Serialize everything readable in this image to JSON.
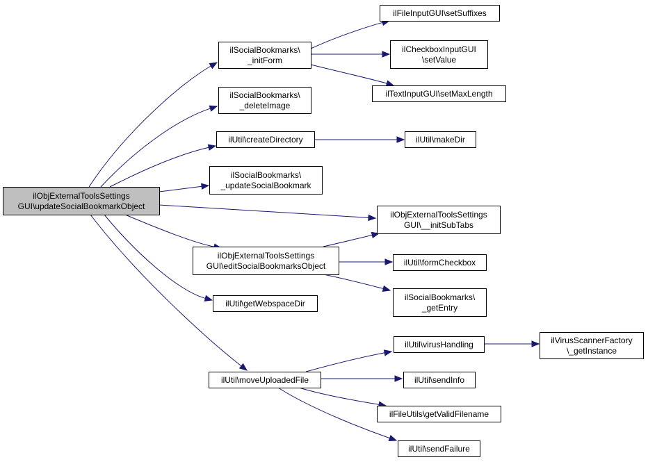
{
  "diagram": {
    "nodes": [
      {
        "id": "root",
        "lines": [
          "ilObjExternalToolsSettings",
          "GUI\\updateSocialBookmarkObject"
        ],
        "root": true
      },
      {
        "id": "initForm",
        "lines": [
          "ilSocialBookmarks\\",
          "_initForm"
        ]
      },
      {
        "id": "deleteImage",
        "lines": [
          "ilSocialBookmarks\\",
          "_deleteImage"
        ]
      },
      {
        "id": "createDirectory",
        "lines": [
          "ilUtil\\createDirectory"
        ]
      },
      {
        "id": "updateSocialBookmark",
        "lines": [
          "ilSocialBookmarks\\",
          "_updateSocialBookmark"
        ]
      },
      {
        "id": "editSocialBookmarks",
        "lines": [
          "ilObjExternalToolsSettings",
          "GUI\\editSocialBookmarksObject"
        ]
      },
      {
        "id": "getWebspaceDir",
        "lines": [
          "ilUtil\\getWebspaceDir"
        ]
      },
      {
        "id": "moveUploadedFile",
        "lines": [
          "ilUtil\\moveUploadedFile"
        ]
      },
      {
        "id": "setSuffixes",
        "lines": [
          "ilFileInputGUI\\setSuffixes"
        ]
      },
      {
        "id": "setValue",
        "lines": [
          "ilCheckboxInputGUI",
          "\\setValue"
        ]
      },
      {
        "id": "setMaxLength",
        "lines": [
          "ilTextInputGUI\\setMaxLength"
        ]
      },
      {
        "id": "makeDir",
        "lines": [
          "ilUtil\\makeDir"
        ]
      },
      {
        "id": "initSubTabs",
        "lines": [
          "ilObjExternalToolsSettings",
          "GUI\\__initSubTabs"
        ]
      },
      {
        "id": "formCheckbox",
        "lines": [
          "ilUtil\\formCheckbox"
        ]
      },
      {
        "id": "getEntry",
        "lines": [
          "ilSocialBookmarks\\",
          "_getEntry"
        ]
      },
      {
        "id": "virusHandling",
        "lines": [
          "ilUtil\\virusHandling"
        ]
      },
      {
        "id": "sendInfo",
        "lines": [
          "ilUtil\\sendInfo"
        ]
      },
      {
        "id": "getValidFilename",
        "lines": [
          "ilFileUtils\\getValidFilename"
        ]
      },
      {
        "id": "sendFailure",
        "lines": [
          "ilUtil\\sendFailure"
        ]
      },
      {
        "id": "getInstance",
        "lines": [
          "ilVirusScannerFactory",
          "\\_getInstance"
        ]
      }
    ],
    "edges": [
      {
        "from": "root",
        "to": "initForm"
      },
      {
        "from": "root",
        "to": "deleteImage"
      },
      {
        "from": "root",
        "to": "createDirectory"
      },
      {
        "from": "root",
        "to": "updateSocialBookmark"
      },
      {
        "from": "root",
        "to": "initSubTabs"
      },
      {
        "from": "root",
        "to": "editSocialBookmarks"
      },
      {
        "from": "root",
        "to": "getWebspaceDir"
      },
      {
        "from": "root",
        "to": "moveUploadedFile"
      },
      {
        "from": "initForm",
        "to": "setSuffixes"
      },
      {
        "from": "initForm",
        "to": "setValue"
      },
      {
        "from": "initForm",
        "to": "setMaxLength"
      },
      {
        "from": "createDirectory",
        "to": "makeDir"
      },
      {
        "from": "editSocialBookmarks",
        "to": "initSubTabs"
      },
      {
        "from": "editSocialBookmarks",
        "to": "formCheckbox"
      },
      {
        "from": "editSocialBookmarks",
        "to": "getEntry"
      },
      {
        "from": "moveUploadedFile",
        "to": "virusHandling"
      },
      {
        "from": "moveUploadedFile",
        "to": "sendInfo"
      },
      {
        "from": "moveUploadedFile",
        "to": "getValidFilename"
      },
      {
        "from": "moveUploadedFile",
        "to": "sendFailure"
      },
      {
        "from": "virusHandling",
        "to": "getInstance"
      }
    ]
  }
}
